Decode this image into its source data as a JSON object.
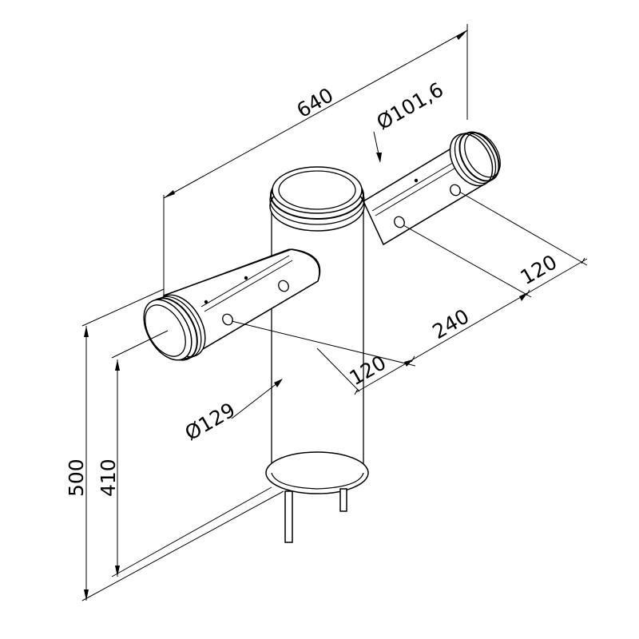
{
  "dimensions": {
    "total_width": "640",
    "tube_diameter": "Ø101,6",
    "post_diameter": "Ø129",
    "total_height": "500",
    "arm_height": "410",
    "offset_left": "120",
    "center_span": "240",
    "offset_right": "120"
  },
  "colors": {
    "line": "#000000",
    "background": "#ffffff"
  }
}
